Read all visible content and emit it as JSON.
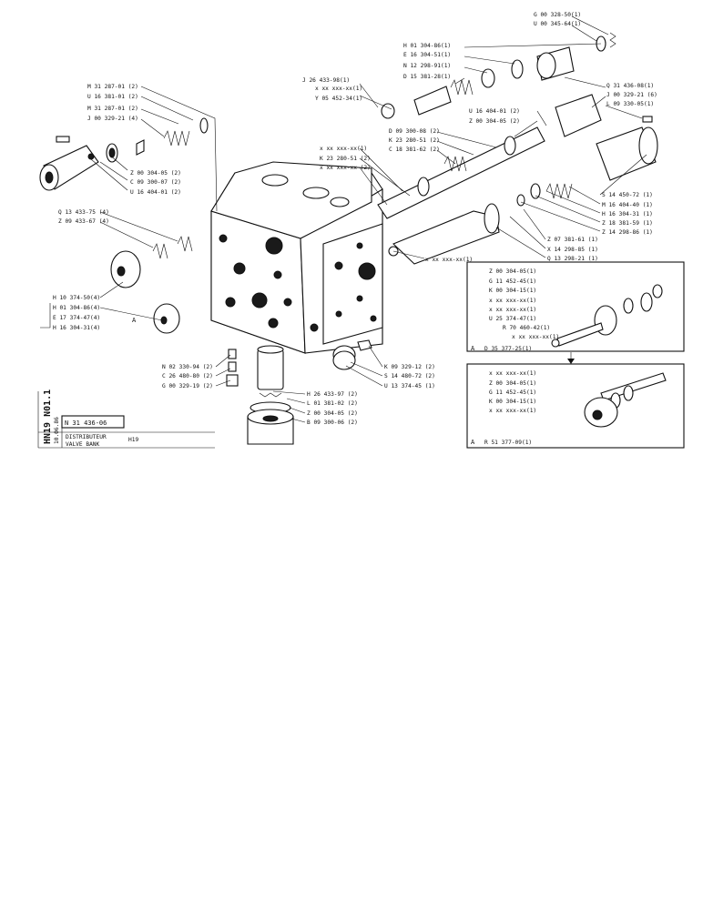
{
  "document": {
    "sheet_code": "HN19 N01.1",
    "date": "10.06.86",
    "ref_number": "N 31 436-06",
    "title_fr": "DISTRIBUTEUR",
    "title_en": "VALVE BANK",
    "model": "H19"
  },
  "labels": {
    "l01": "G 00 328-50(1)",
    "l02": "U 00 345-64(1)",
    "l03": "H 01 304-86(1)",
    "l04": "E 16 304-51(1)",
    "l05": "N 12 298-91(1)",
    "l06": "D 15 381-28(1)",
    "l07": "J 26 433-98(1)",
    "l08": "x xx xxx-xx(1)",
    "l09": "Y 05 452-34(1)",
    "l10": "Q 31 436-08(1)",
    "l11": "J 00 329-21 (6)",
    "l12": "L 09 330-05(1)",
    "l13": "M 31 287-01 (2)",
    "l14": "U 16 381-01 (2)",
    "l15": "M 31 287-01 (2)",
    "l16": "J 00 329-21 (4)",
    "l17": "U 16 404-01 (2)",
    "l18": "Z 00 304-05 (2)",
    "l19": "D 09 300-08 (2)",
    "l20": "K 23 280-51 (2)",
    "l21": "C 18 381-62 (2)",
    "l22": "x xx xxx-xx(1)",
    "l23": "K 23 280-51 (2)",
    "l24": "x xx xxx-xx (2)",
    "l25": "Z 00 304-05 (2)",
    "l26": "C 09 300-07 (2)",
    "l27": "U 16 404-01 (2)",
    "l28": "S 14 450-72 (1)",
    "l29": "M 16 404-40 (1)",
    "l30": "H 16 304-31 (1)",
    "l31": "Z 18 381-59 (1)",
    "l32": "Z 14 298-86 (1)",
    "l33": "Q 13 433-75 (4)",
    "l34": "Z 09 433-67 (4)",
    "l35": "Z 07 381-61 (1)",
    "l36": "X 14 298-85 (1)",
    "l37": "Q 13 298-21 (1)",
    "l38": "x xx xxx-xx(1)",
    "l39": "H 10 374-50(4)",
    "l40": "H 01 304-86(4)",
    "l41": "E 17 374-47(4)",
    "l42": "H 16 304-31(4)",
    "l43": "A",
    "l44": "N 02 330-94 (2)",
    "l45": "C 26 480-80 (2)",
    "l46": "G 00 329-19 (2)",
    "l47": "K 09 329-12 (2)",
    "l48": "S 14 480-72 (2)",
    "l49": "U 13 374-45 (1)",
    "l50": "H 26 433-97 (2)",
    "l51": "L 01 381-02 (2)",
    "l52": "Z 00 304-05 (2)",
    "l53": "B 09 300-06 (2)"
  },
  "detail_top": {
    "items": [
      "Z 00 304-05(1)",
      "G 11 452-45(1)",
      "K 00 304-15(1)",
      "x xx xxx-xx(1)",
      "x xx xxx-xx(1)",
      "U 25 374-47(1)",
      "R 70 460-42(1)",
      "x xx xxx-xx(1)"
    ],
    "marker": "A",
    "ref": "D 35 377-25(1)"
  },
  "detail_bottom": {
    "items": [
      "x xx xxx-xx(1)",
      "Z 00 304-05(1)",
      "G 11 452-45(1)",
      "K 00 304-15(1)",
      "x xx xxx-xx(1)"
    ],
    "marker": "A",
    "ref": "R 51 377-09(1)"
  }
}
